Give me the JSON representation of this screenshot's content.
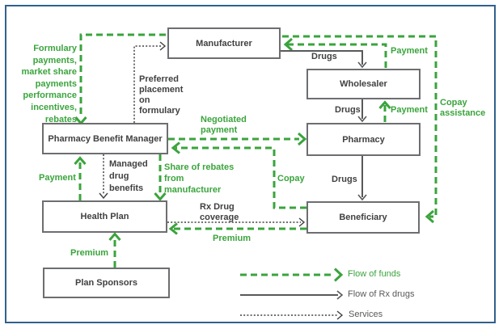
{
  "colors": {
    "funds_green": "#3aa43c",
    "rx_drugs_gray": "#58595b",
    "services_dark": "#404040",
    "frame_blue": "#31608f",
    "box_border_gray": "#6d6e71",
    "box_text_gray": "#414042"
  },
  "nodes": {
    "manufacturer": {
      "label": "Manufacturer"
    },
    "wholesaler": {
      "label": "Wholesaler"
    },
    "pharmacy": {
      "label": "Pharmacy"
    },
    "pbm": {
      "label": "Pharmacy Benefit Manager"
    },
    "health_plan": {
      "label": "Health Plan"
    },
    "beneficiary": {
      "label": "Beneficiary"
    },
    "plan_sponsors": {
      "label": "Plan Sponsors"
    }
  },
  "edges": {
    "formulary_rebates": {
      "from": "manufacturer",
      "to": "pbm",
      "type": "funds",
      "label": "Formulary\npayments,\nmarket share\npayments\nperformance\nincentives,\nrebates"
    },
    "preferred_placement": {
      "from": "pbm",
      "to": "manufacturer",
      "type": "services",
      "label": "Preferred\nplacement\non\nformulary"
    },
    "drugs_manufacturer_wholesaler": {
      "from": "manufacturer",
      "to": "wholesaler",
      "type": "rx_drugs",
      "label": "Drugs"
    },
    "payment_wholesaler_manufacturer": {
      "from": "wholesaler",
      "to": "manufacturer",
      "type": "funds",
      "label": "Payment"
    },
    "copay_assistance": {
      "from": "manufacturer",
      "to": "beneficiary",
      "type": "funds",
      "label": "Copay\nassistance"
    },
    "drugs_wholesaler_pharmacy": {
      "from": "wholesaler",
      "to": "pharmacy",
      "type": "rx_drugs",
      "label": "Drugs"
    },
    "payment_pharmacy_wholesaler": {
      "from": "pharmacy",
      "to": "wholesaler",
      "type": "funds",
      "label": "Payment"
    },
    "negotiated_payment": {
      "from": "pbm",
      "to": "pharmacy",
      "type": "funds",
      "label": "Negotiated\npayment"
    },
    "copay": {
      "from": "beneficiary",
      "to": "pbm",
      "type": "funds",
      "label": "Copay"
    },
    "drugs_pharmacy_beneficiary": {
      "from": "pharmacy",
      "to": "beneficiary",
      "type": "rx_drugs",
      "label": "Drugs"
    },
    "payment_healthplan_pbm": {
      "from": "health_plan",
      "to": "pbm",
      "type": "funds",
      "label": "Payment"
    },
    "managed_drug_benefits": {
      "from": "pbm",
      "to": "health_plan",
      "type": "services",
      "label": "Managed\ndrug\nbenefits"
    },
    "share_of_rebates": {
      "from": "pbm",
      "to": "health_plan",
      "type": "funds",
      "label": "Share of rebates\nfrom\nmanufacturer"
    },
    "rx_drug_coverage": {
      "from": "health_plan",
      "to": "beneficiary",
      "type": "services",
      "label": "Rx Drug\ncoverage"
    },
    "premium_beneficiary": {
      "from": "beneficiary",
      "to": "health_plan",
      "type": "funds",
      "label": "Premium"
    },
    "premium_sponsors": {
      "from": "plan_sponsors",
      "to": "health_plan",
      "type": "funds",
      "label": "Premium"
    }
  },
  "legend": {
    "funds": {
      "label": "Flow of funds"
    },
    "rx_drugs": {
      "label": "Flow of Rx drugs"
    },
    "services": {
      "label": "Services"
    }
  }
}
